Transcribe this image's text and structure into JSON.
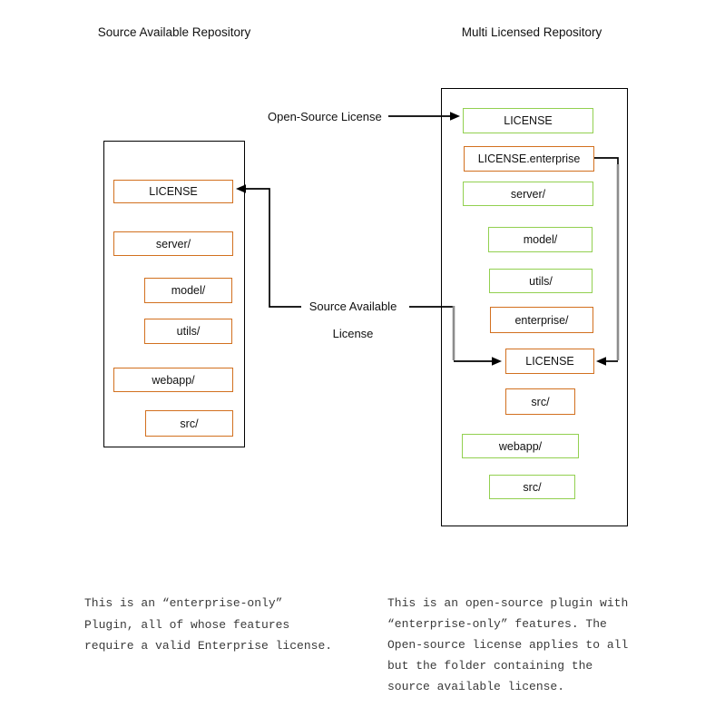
{
  "titles": {
    "left": "Source Available Repository",
    "right": "Multi Licensed Repository"
  },
  "connector_labels": {
    "open_source": "Open-Source License",
    "source_available_line1": "Source Available",
    "source_available_line2": "License"
  },
  "left_repo": {
    "boxes": [
      {
        "label": "LICENSE",
        "license_type": "source-available"
      },
      {
        "label": "server/",
        "license_type": "source-available"
      },
      {
        "label": "model/",
        "license_type": "source-available"
      },
      {
        "label": "utils/",
        "license_type": "source-available"
      },
      {
        "label": "webapp/",
        "license_type": "source-available"
      },
      {
        "label": "src/",
        "license_type": "source-available"
      }
    ]
  },
  "right_repo": {
    "boxes": [
      {
        "label": "LICENSE",
        "license_type": "open-source"
      },
      {
        "label": "LICENSE.enterprise",
        "license_type": "source-available"
      },
      {
        "label": "server/",
        "license_type": "open-source"
      },
      {
        "label": "model/",
        "license_type": "open-source"
      },
      {
        "label": "utils/",
        "license_type": "open-source"
      },
      {
        "label": "enterprise/",
        "license_type": "source-available"
      },
      {
        "label": "LICENSE",
        "license_type": "source-available"
      },
      {
        "label": "src/",
        "license_type": "source-available"
      },
      {
        "label": "webapp/",
        "license_type": "open-source"
      },
      {
        "label": "src/",
        "license_type": "open-source"
      }
    ]
  },
  "captions": {
    "left": [
      "This is an “enterprise-only”",
      "Plugin, all of whose features",
      "require a valid Enterprise license."
    ],
    "right": [
      "This is an open-source plugin with",
      "“enterprise-only” features. The",
      "Open-source license applies to all",
      "but the folder containing the",
      "source available license."
    ]
  },
  "colors": {
    "source_available_border": "#D2701F",
    "open_source_border": "#92D050",
    "outline_and_connector": "#000000",
    "connector_vertical_gray": "#8C8C8C",
    "caption_text": "#3A3A3A"
  }
}
